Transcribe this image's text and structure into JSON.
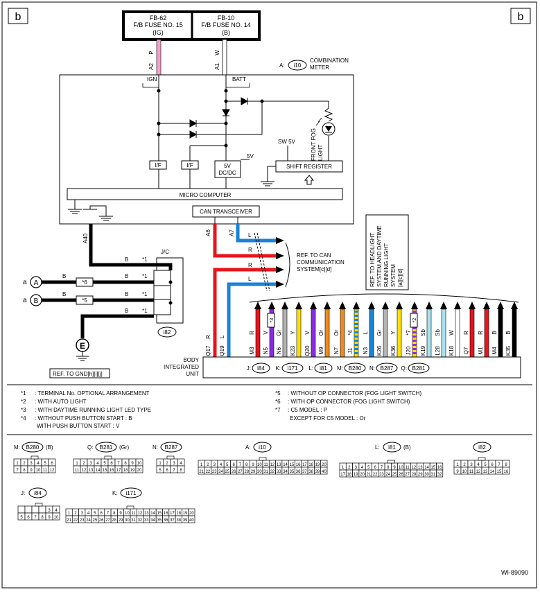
{
  "corner_left": "b",
  "corner_right": "b",
  "fuses": {
    "fb62_name": "FB-62",
    "fb62_line1": "F/B FUSE NO. 15",
    "fb62_line2": "(IG)",
    "fb10_name": "FB-10",
    "fb10_line1": "F/B FUSE NO. 14",
    "fb10_line2": "(B)"
  },
  "fuse_wires": {
    "p_color": "P",
    "p_term": "A2",
    "w_color": "W",
    "w_term": "A1"
  },
  "meter": {
    "code": "A:",
    "connector": "i10",
    "name_line1": "COMBINATION",
    "name_line2": "METER",
    "ign": "IGN",
    "batt": "BATT",
    "if1": "I/F",
    "if2": "I/F",
    "dcdc1": "5V",
    "dcdc2": "DC/DC",
    "v5": "5V",
    "sw5v": "SW 5V",
    "shift_register": "SHIFT REGISTER",
    "fog_l1": "FRONT FOG",
    "fog_l2": "LIGHT",
    "micro": "MICRO COMPUTER",
    "can": "CAN TRANSCEIVER"
  },
  "meter_wires": {
    "a40": "A40",
    "a6": "A6",
    "a7": "A7"
  },
  "can_wires": [
    "L",
    "R",
    "R",
    "L"
  ],
  "ref_can": [
    "REF. TO CAN",
    "COMMUNICATION",
    "SYSTEM[c][d]"
  ],
  "ref_headlight": [
    "REF. TO HEADLIGHT",
    "SYSTEM AND DAYTIME",
    "RUNNING LIGHT",
    "SYSTEM",
    "[a][c][d]"
  ],
  "jc": {
    "name": "J/C",
    "connector": "i82",
    "wire_b": "B",
    "star": "*1",
    "star6": "*6",
    "star5": "*5",
    "a_label": "a",
    "a_circle": "A",
    "b_circle": "B",
    "e_circle": "E",
    "ref_gnd": "REF. TO GND[h][i][j]"
  },
  "biu": {
    "name_line1": "BODY",
    "name_line2": "INTEGRATED",
    "name_line3": "UNIT",
    "connectors": [
      {
        "prefix": "J:",
        "code": "i84"
      },
      {
        "prefix": "K:",
        "code": "i171"
      },
      {
        "prefix": "L:",
        "code": "i81"
      },
      {
        "prefix": "M:",
        "code": "B280"
      },
      {
        "prefix": "N:",
        "code": "B287"
      },
      {
        "prefix": "Q:",
        "code": "B281"
      }
    ],
    "left_pins": [
      {
        "pin": "Q17",
        "color": "R"
      },
      {
        "pin": "Q19",
        "color": "L"
      }
    ],
    "pins": [
      {
        "pin": "M3",
        "color": "R"
      },
      {
        "pin": "N5",
        "color": "V"
      },
      {
        "pin": "N6",
        "color": "Gr"
      },
      {
        "pin": "K23",
        "color": "Y"
      },
      {
        "pin": "Q20",
        "color": "V"
      },
      {
        "pin": "M9",
        "color": "Or"
      },
      {
        "pin": "N7",
        "color": "Or"
      },
      {
        "pin": "J1",
        "color": "*4"
      },
      {
        "pin": "N3",
        "color": "L"
      },
      {
        "pin": "K26",
        "color": "Gr"
      },
      {
        "pin": "K36",
        "color": "Y"
      },
      {
        "pin": "J20",
        "color": "*7"
      },
      {
        "pin": "K19",
        "color": "Sb"
      },
      {
        "pin": "L28",
        "color": "Sb"
      },
      {
        "pin": "K18",
        "color": "W"
      },
      {
        "pin": "Q7",
        "color": "R"
      },
      {
        "pin": "M1",
        "color": "R"
      },
      {
        "pin": "M4",
        "color": "B"
      },
      {
        "pin": "K35",
        "color": "B"
      }
    ],
    "star3": "*3",
    "star2": "*2"
  },
  "notes_left": [
    {
      "mark": "*1",
      "text": ": TERMINAL No. OPTIONAL ARRANGEMENT"
    },
    {
      "mark": "*2",
      "text": ": WITH AUTO LIGHT"
    },
    {
      "mark": "*3",
      "text": ": WITH DAYTIME RUNNING LIGHT LED TYPE"
    },
    {
      "mark": "*4",
      "text": ": WITHOUT PUSH BUTTON START  : B"
    }
  ],
  "note_left_extra": "WITH PUSH BUTTON START : V",
  "notes_right": [
    {
      "mark": "*5",
      "text": ": WITHOUT OP CONNECTOR (FOG LIGHT SWITCH)"
    },
    {
      "mark": "*6",
      "text": ": WITH OP CONNECTOR (FOG LIGHT SWITCH)"
    },
    {
      "mark": "*7",
      "text": ": C5 MODEL  : P"
    }
  ],
  "note_right_extra": "EXCEPT FOR C5 MODEL  : Or",
  "conn_headers": [
    {
      "prefix": "M:",
      "code": "B280",
      "suffix": "(B)"
    },
    {
      "prefix": "Q:",
      "code": "B281",
      "suffix": "(Gr)"
    },
    {
      "prefix": "N:",
      "code": "B287",
      "suffix": ""
    },
    {
      "prefix": "A:",
      "code": "i10",
      "suffix": ""
    },
    {
      "prefix": "L:",
      "code": "i81",
      "suffix": "(B)"
    },
    {
      "prefix": "",
      "code": "i82",
      "suffix": ""
    },
    {
      "prefix": "J:",
      "code": "i84",
      "suffix": ""
    },
    {
      "prefix": "K:",
      "code": "i171",
      "suffix": ""
    }
  ],
  "footer_code": "WI-89090",
  "colors": {
    "pink": "#f4a0c8",
    "red": "#e8141c",
    "blue": "#1a82d8",
    "yellow": "#ffe000",
    "violet": "#8a2be2",
    "orange": "#f08a1c",
    "gray": "#b4b4b4",
    "skyblue": "#a8e4f0",
    "black": "#000000"
  }
}
